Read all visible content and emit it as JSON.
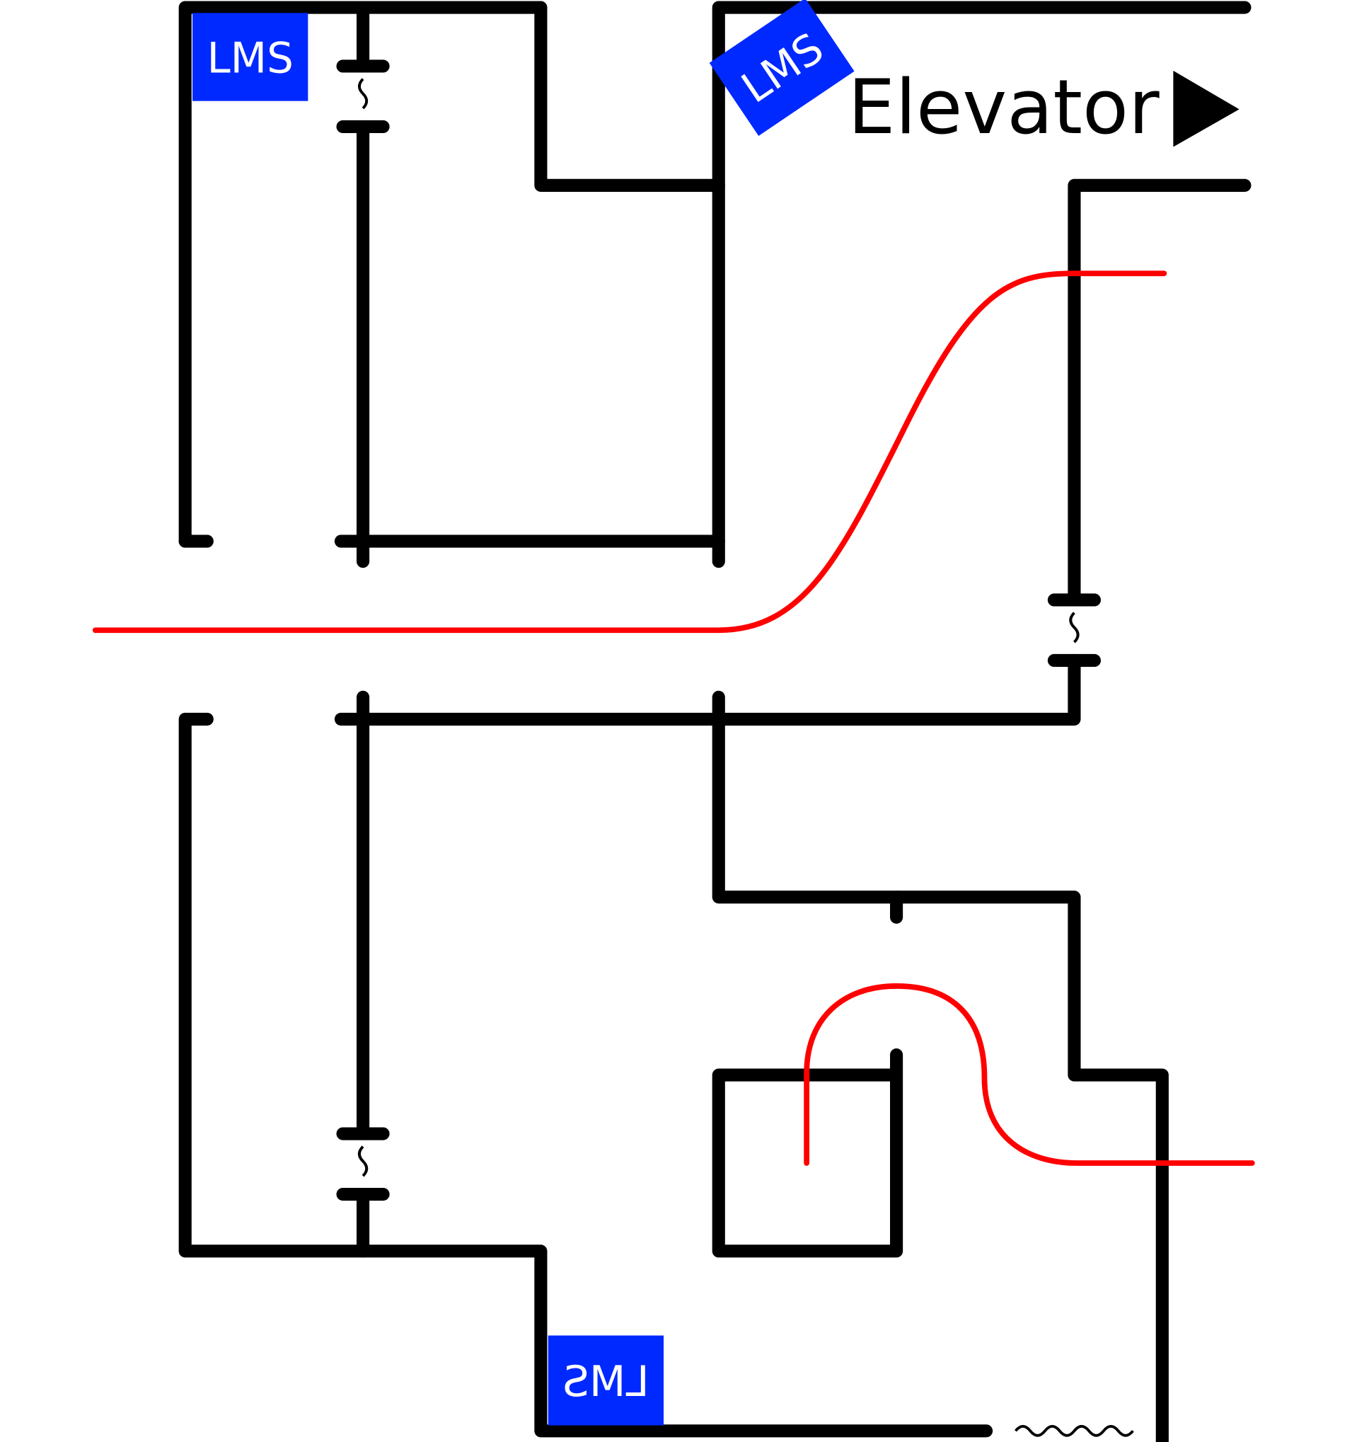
{
  "labels": {
    "sensor_top_left": "LMS",
    "sensor_top_right": "LMS",
    "sensor_bottom": "LMS",
    "elevator": "Elevator"
  },
  "colors": {
    "sensor_fill": "#0029ff",
    "route": "#ff0000",
    "walls": "#000000"
  }
}
